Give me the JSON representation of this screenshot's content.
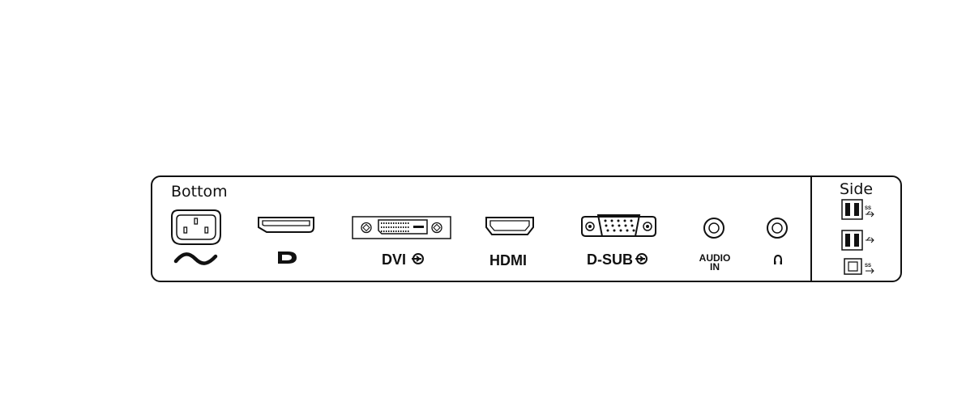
{
  "diagram": {
    "bottom_section": {
      "title": "Bottom",
      "ports": [
        {
          "id": "power",
          "label": "",
          "icon": "ac-power-icon"
        },
        {
          "id": "displayport",
          "label": "",
          "icon": "displayport-logo-icon"
        },
        {
          "id": "dvi",
          "label": "DVI",
          "icon": "dvi-input-icon"
        },
        {
          "id": "hdmi",
          "label": "HDMI",
          "icon": ""
        },
        {
          "id": "dsub",
          "label": "D-SUB",
          "icon": "dsub-input-icon"
        },
        {
          "id": "audio-in",
          "label_line1": "AUDIO",
          "label_line2": "IN",
          "icon": ""
        },
        {
          "id": "headphone",
          "label": "",
          "icon": "headphone-icon"
        }
      ]
    },
    "side_section": {
      "title": "Side",
      "ports": [
        {
          "id": "usb-a-superspeed",
          "icon": "usb-superspeed-icon"
        },
        {
          "id": "usb-a",
          "icon": "usb-icon"
        },
        {
          "id": "usb-b-superspeed",
          "icon": "usb-superspeed-icon"
        }
      ]
    }
  },
  "colors": {
    "line": "#111111",
    "background": "#ffffff"
  }
}
